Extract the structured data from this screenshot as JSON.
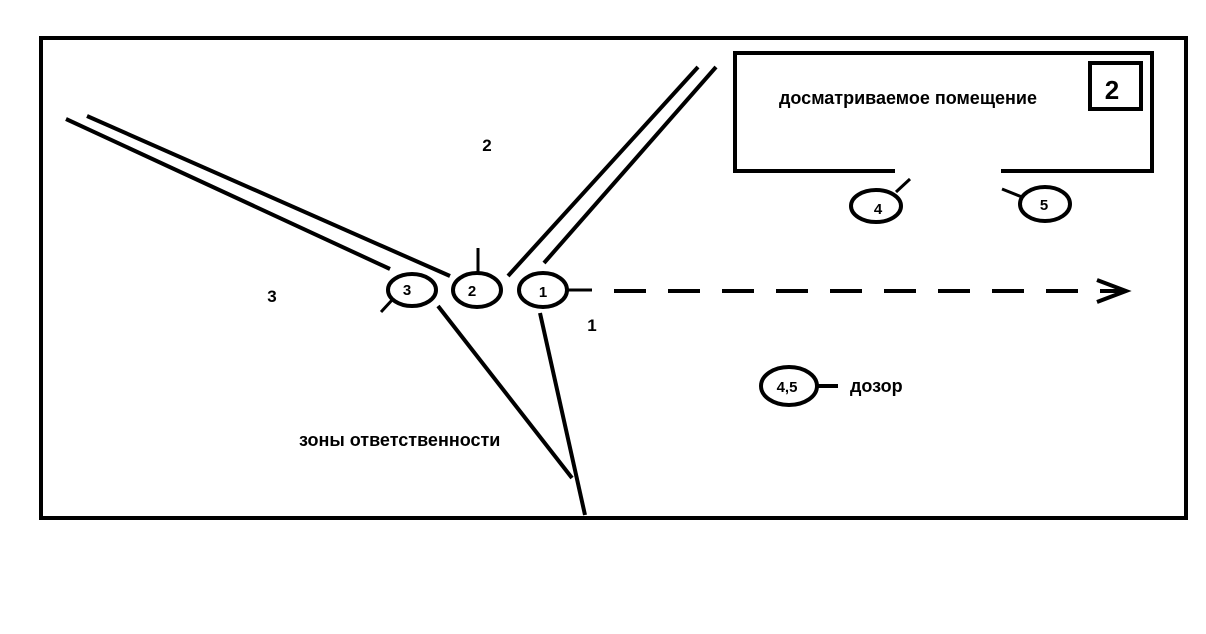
{
  "colors": {
    "ink": "#000000",
    "background": "#ffffff"
  },
  "room": {
    "label": "досматриваемое помещение",
    "number": "2"
  },
  "markers": {
    "m1": "1",
    "m2": "2",
    "m3": "3",
    "m4": "4",
    "m5": "5",
    "legend": "4,5"
  },
  "zones": {
    "z1": "1",
    "z2": "2",
    "z3": "3"
  },
  "labels": {
    "zones_of_responsibility": "зоны ответственности",
    "patrol": "дозор"
  }
}
